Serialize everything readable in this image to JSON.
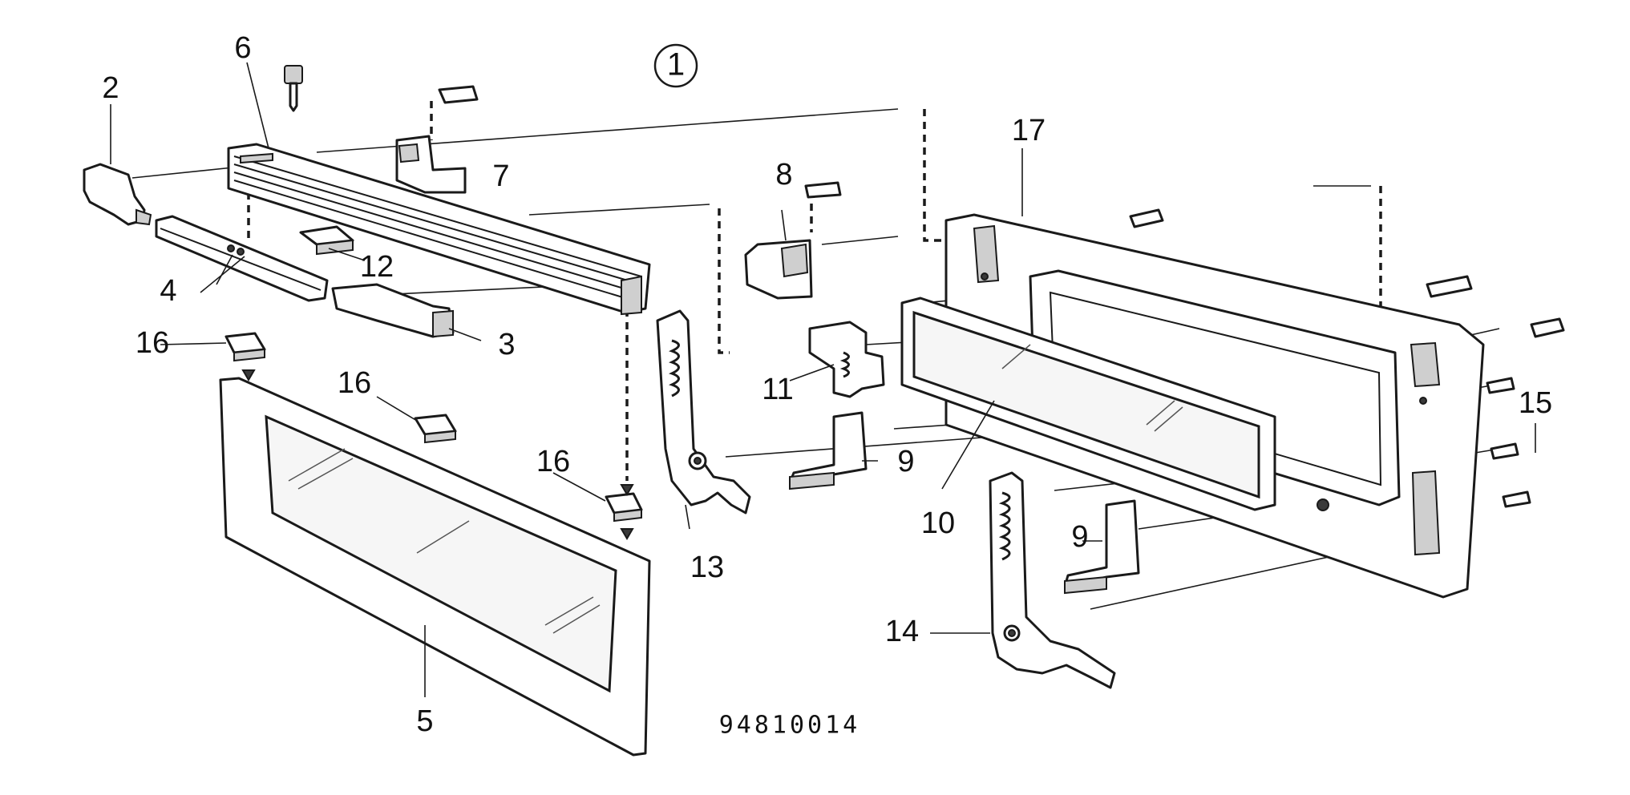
{
  "figure": {
    "number": "1",
    "drawing_number": "94810014"
  },
  "callouts": [
    "2",
    "6",
    "7",
    "4",
    "12",
    "3",
    "16",
    "16",
    "16",
    "5",
    "8",
    "11",
    "9",
    "13",
    "17",
    "10",
    "9",
    "14",
    "15"
  ]
}
